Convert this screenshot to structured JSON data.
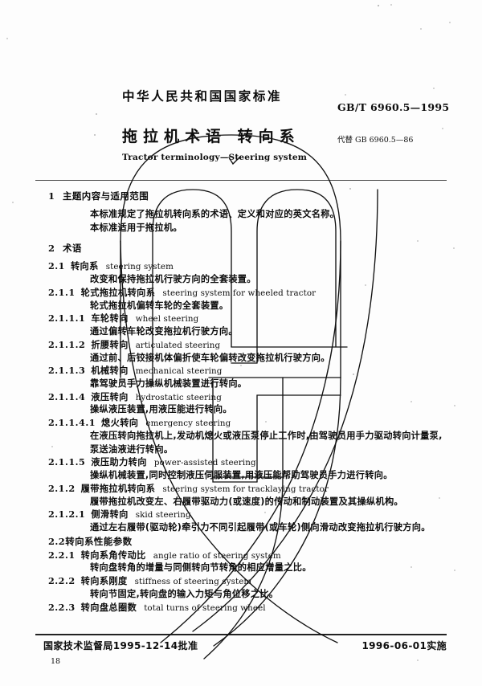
{
  "header": {
    "national_standard": "中华人民共和国国家标准",
    "standard_number": "GB/T 6960.5—1995",
    "title": "拖拉机术语 转向系",
    "replaces": "代替 GB 6960.5—86",
    "english_title": "Tractor terminology—Steering system"
  },
  "sections": [
    {
      "number": "1",
      "heading": "主题内容与适用范围",
      "paragraphs": [
        "本标准规定了拖拉机转向系的术语、定义和对应的英文名称。",
        "本标准适用于拖拉机。"
      ]
    },
    {
      "number": "2",
      "heading": "术语"
    }
  ],
  "terms": [
    {
      "number": "2.1",
      "cn": "转向系",
      "en": "steering system",
      "definition": [
        "改变和保持拖拉机行驶方向的全套装置。"
      ]
    },
    {
      "number": "2.1.1",
      "cn": "轮式拖拉机转向系",
      "en": "steering system for wheeled tractor",
      "definition": [
        "轮式拖拉机偏转车轮的全套装置。"
      ]
    },
    {
      "number": "2.1.1.1",
      "cn": "车轮转向",
      "en": "wheel steering",
      "definition": [
        "通过偏转车轮改变拖拉机行驶方向。"
      ]
    },
    {
      "number": "2.1.1.2",
      "cn": "折腰转向",
      "en": "articulated steering",
      "definition": [
        "通过前、后铰接机体偏折使车轮偏转改变拖拉机行驶方向。"
      ]
    },
    {
      "number": "2.1.1.3",
      "cn": "机械转向",
      "en": "mechanical steering",
      "definition": [
        "靠驾驶员手力操纵机械装置进行转向。"
      ]
    },
    {
      "number": "2.1.1.4",
      "cn": "液压转向",
      "en": "hydrostatic steering",
      "definition": [
        "操纵液压装置,用液压能进行转向。"
      ]
    },
    {
      "number": "2.1.1.4.1",
      "cn": "熄火转向",
      "en": "emergency steering",
      "definition": [
        "在液压转向拖拉机上,发动机熄火或液压泵停止工作时,由驾驶员用手力驱动转向计量泵,",
        "泵送油液进行转向。"
      ]
    },
    {
      "number": "2.1.1.5",
      "cn": "液压助力转向",
      "en": "power-assisted steering",
      "definition": [
        "操纵机械装置,同时控制液压伺服装置,用液压能帮助驾驶员手力进行转向。"
      ]
    },
    {
      "number": "2.1.2",
      "cn": "履带拖拉机转向系",
      "en": "steering system for tracklaying tractor",
      "definition": [
        "履带拖拉机改变左、右履带驱动力(或速度)的传动和制动装置及其操纵机构。"
      ]
    },
    {
      "number": "2.1.2.1",
      "cn": "侧滑转向",
      "en": "skid steering",
      "definition": [
        "通过左右履带(驱动轮)牵引力不同引起履带(或车轮)侧向滑动改变拖拉机行驶方向。"
      ]
    }
  ],
  "subsection": {
    "number": "2.2",
    "heading": "转向系性能参数"
  },
  "params": [
    {
      "number": "2.2.1",
      "cn": "转向系角传动比",
      "en": "angle ratio of steering system",
      "definition": [
        "转向盘转角的增量与同侧转向节转角的相应增量之比。"
      ]
    },
    {
      "number": "2.2.2",
      "cn": "转向系刚度",
      "en": "stiffness of steering system",
      "definition": [
        "转向节固定,转向盘的输入力矩与角位移之比。"
      ]
    },
    {
      "number": "2.2.3",
      "cn": "转向盘总圈数",
      "en": "total turns of steering wheel",
      "definition": []
    }
  ],
  "footer": {
    "approval": "国家技术监督局1995-12-14批准",
    "implementation": "1996-06-01实施",
    "page_number": "18"
  },
  "colors": {
    "ink": "#0d0d0d",
    "rule": "#4a4a4a",
    "paper": "#fdfdfd",
    "artifact": "#111111"
  }
}
